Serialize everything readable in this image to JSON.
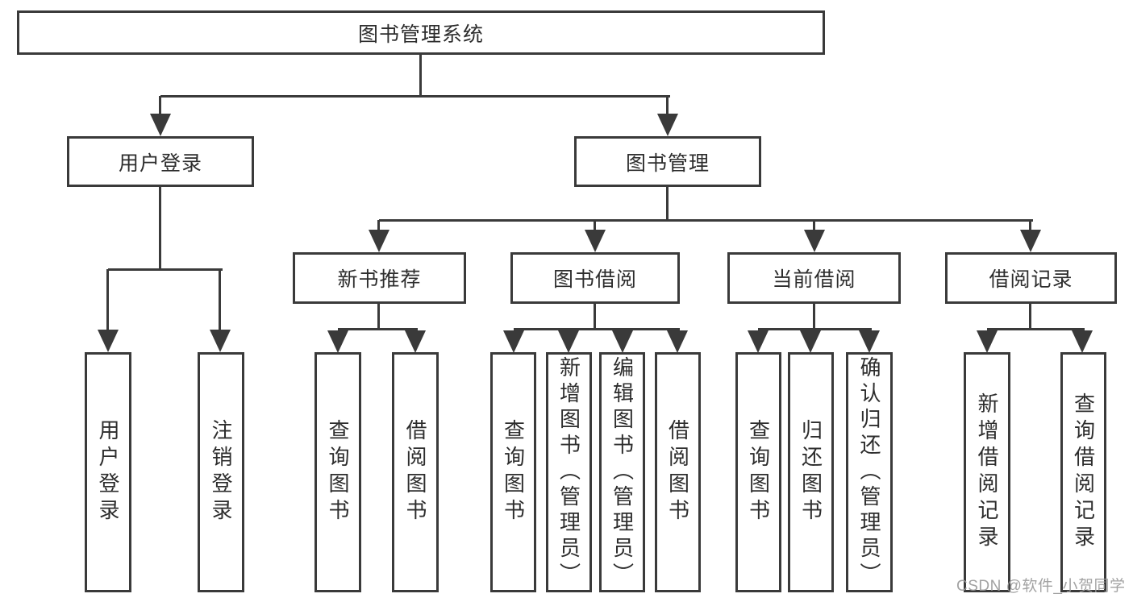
{
  "title": "图书管理系统",
  "level2": {
    "login": "用户登录",
    "management": "图书管理"
  },
  "level3": {
    "recommend": "新书推荐",
    "borrow": "图书借阅",
    "current": "当前借阅",
    "records": "借阅记录"
  },
  "leaves": {
    "login": [
      "用户登录",
      "注销登录"
    ],
    "recommend": [
      "查询图书",
      "借阅图书"
    ],
    "borrow": [
      "查询图书",
      "新增图书（管理员）",
      "编辑图书（管理员）",
      "借阅图书"
    ],
    "current": [
      "查询图书",
      "归还图书",
      "确认归还（管理员）"
    ],
    "records": [
      "新增借阅记录",
      "查询借阅记录"
    ]
  },
  "watermark": "CSDN @软件_小贺同学",
  "colors": {
    "line": "#3a3a3a",
    "text": "#2d2d2d",
    "watermark": "#999999",
    "background": "#ffffff"
  }
}
